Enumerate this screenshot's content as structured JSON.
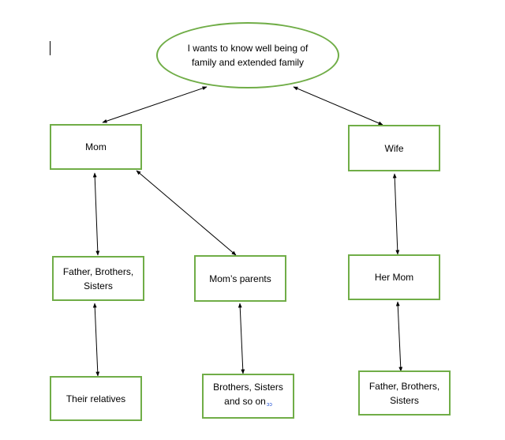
{
  "diagram": {
    "nodes": {
      "root": "I wants to know well being of family and extended family",
      "mom": "Mom",
      "wife": "Wife",
      "father_brothers_sisters": "Father, Brothers, Sisters",
      "moms_parents": "Mom’s parents",
      "her_mom": "Her Mom",
      "their_relatives": "Their relatives",
      "brothers_sisters_so_on": "Brothers, Sisters and so on",
      "her_father_brothers_sisters": "Father, Brothers, Sisters"
    },
    "edges": [
      [
        "root",
        "mom"
      ],
      [
        "root",
        "wife"
      ],
      [
        "mom",
        "father_brothers_sisters"
      ],
      [
        "mom",
        "moms_parents"
      ],
      [
        "wife",
        "her_mom"
      ],
      [
        "father_brothers_sisters",
        "their_relatives"
      ],
      [
        "moms_parents",
        "brothers_sisters_so_on"
      ],
      [
        "her_mom",
        "her_father_brothers_sisters"
      ]
    ],
    "colors": {
      "node_border": "#70ad47",
      "arrow": "#000000",
      "spellcheck_mark": "#1f4fd6"
    }
  }
}
